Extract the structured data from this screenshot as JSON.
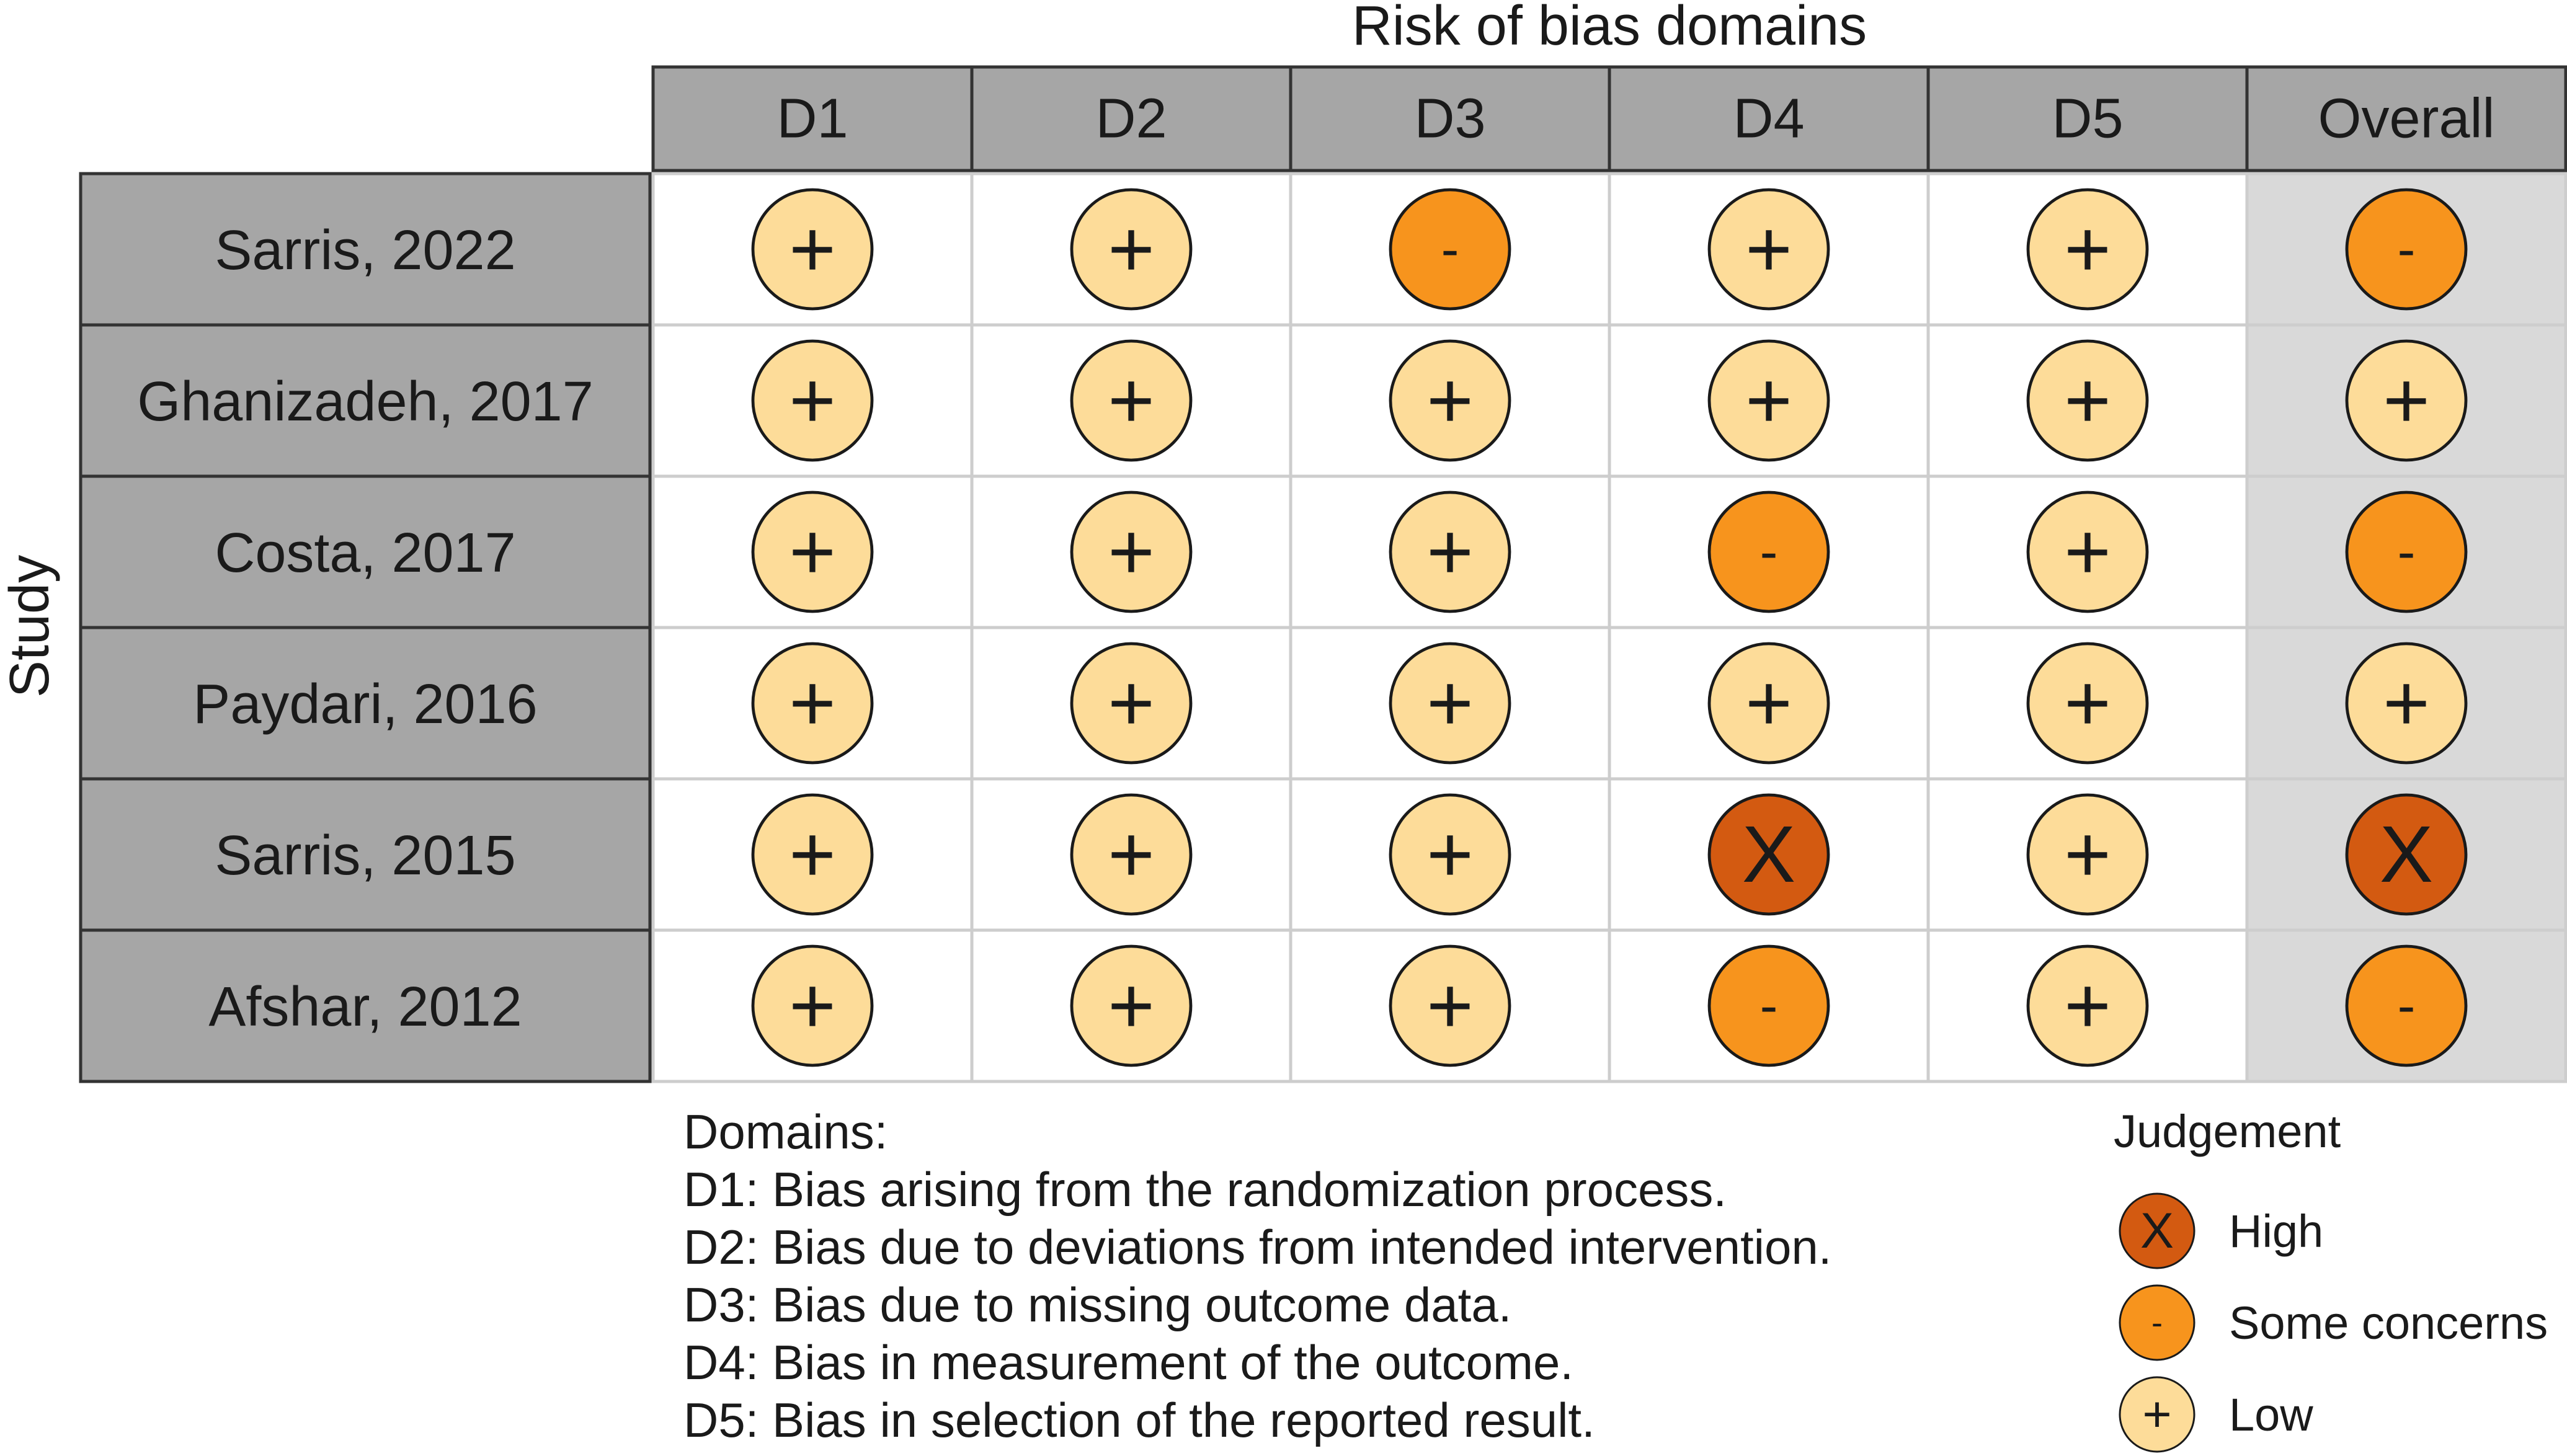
{
  "chart_data": {
    "type": "table",
    "title": "Risk of bias domains",
    "row_axis_label": "Study",
    "columns": [
      "D1",
      "D2",
      "D3",
      "D4",
      "D5",
      "Overall"
    ],
    "rows": [
      {
        "study": "Sarris, 2022",
        "judgements": [
          "Low",
          "Low",
          "Some concerns",
          "Low",
          "Low",
          "Some concerns"
        ]
      },
      {
        "study": "Ghanizadeh, 2017",
        "judgements": [
          "Low",
          "Low",
          "Low",
          "Low",
          "Low",
          "Low"
        ]
      },
      {
        "study": "Costa, 2017",
        "judgements": [
          "Low",
          "Low",
          "Low",
          "Some concerns",
          "Low",
          "Some concerns"
        ]
      },
      {
        "study": "Paydari, 2016",
        "judgements": [
          "Low",
          "Low",
          "Low",
          "Low",
          "Low",
          "Low"
        ]
      },
      {
        "study": "Sarris, 2015",
        "judgements": [
          "Low",
          "Low",
          "Low",
          "High",
          "Low",
          "High"
        ]
      },
      {
        "study": "Afshar, 2012",
        "judgements": [
          "Low",
          "Low",
          "Low",
          "Some concerns",
          "Low",
          "Some concerns"
        ]
      }
    ],
    "domains_title": "Domains:",
    "domain_descriptions": [
      "D1: Bias arising from the randomization process.",
      "D2: Bias due to deviations from intended intervention.",
      "D3: Bias due to missing outcome data.",
      "D4: Bias in measurement of the outcome.",
      "D5: Bias in selection of the reported result."
    ],
    "legend": {
      "title": "Judgement",
      "placement": "bottom-right",
      "entries": [
        {
          "label": "High",
          "symbol": "X",
          "color": "#d35a11"
        },
        {
          "label": "Some concerns",
          "symbol": "-",
          "color": "#f7941d"
        },
        {
          "label": "Low",
          "symbol": "+",
          "color": "#fddc99"
        }
      ]
    },
    "colors": {
      "header_fill": "#a6a6a6",
      "overall_column_fill": "#d9d9d9",
      "cell_fill": "#ffffff",
      "grid_line": "#cdcdcd",
      "header_border": "#333333"
    }
  }
}
